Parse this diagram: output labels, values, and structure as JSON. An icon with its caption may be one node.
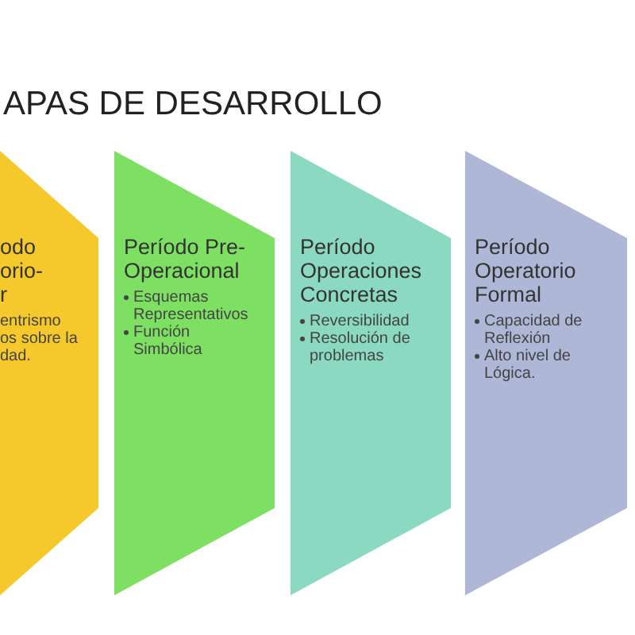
{
  "diagram": {
    "title": "APAS DE DESARROLLO",
    "nodes": [
      {
        "text": [
          "odo orio- r",
          "entrismo",
          "os sobre la dad."
        ]
      },
      {
        "text": [
          "Período Pre-Operacional",
          "Esquemas Representativos",
          "Función Simbólica"
        ]
      },
      {
        "text": [
          "Período Operaciones Concretas",
          "Reversibilidad",
          "Resolución de problemas"
        ]
      },
      {
        "text": [
          "Período Operatorio Formal",
          "Capacidad de Reflexión",
          "Alto nivel de Lógica."
        ]
      }
    ]
  }
}
